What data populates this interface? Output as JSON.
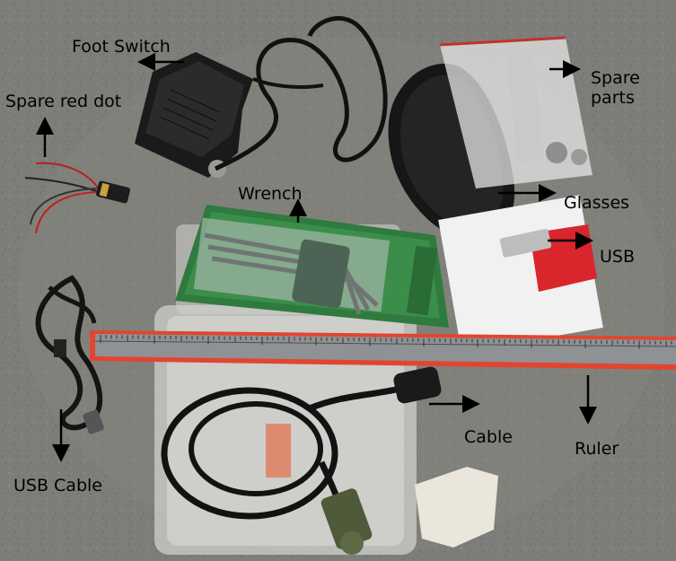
{
  "labels": {
    "foot_switch": "Foot Switch",
    "spare_red_dot": "Spare red dot",
    "spare_parts": "Spare\nparts",
    "wrench": "Wrench",
    "glasses": "Glasses",
    "usb": "USB",
    "usb_cable": "USB Cable",
    "cable": "Cable",
    "ruler": "Ruler"
  },
  "colors": {
    "background": "#7d7d79",
    "ruler_edge": "#e2452f",
    "package_green": "#2f7a3e",
    "card_red": "#d8262c",
    "arrow": "#000000"
  }
}
